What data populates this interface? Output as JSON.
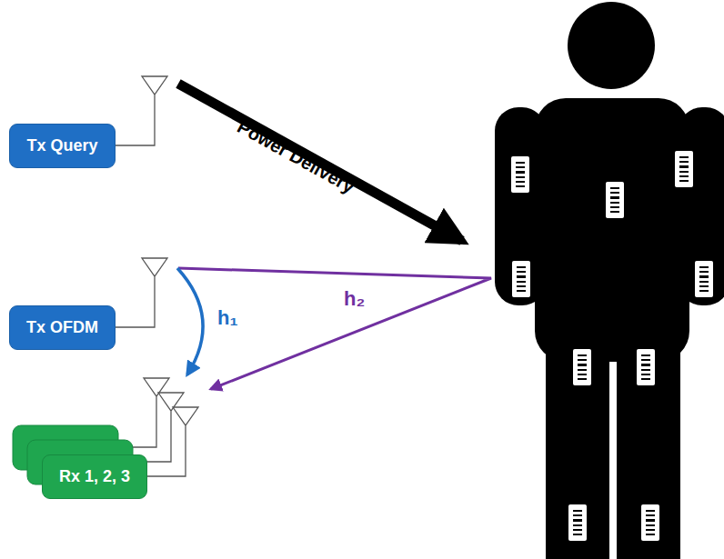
{
  "diagram": {
    "nodes": [
      {
        "text": [
          "Tx Query"
        ]
      },
      {
        "text": [
          "Tx OFDM"
        ]
      },
      {
        "text": [
          "Rx 1, 2, 3"
        ]
      }
    ],
    "edges": [
      {
        "from": 1,
        "to": 2,
        "label": "h₁",
        "arrow": "to"
      }
    ],
    "labels": [
      "Power Delivery",
      "h₂"
    ]
  }
}
